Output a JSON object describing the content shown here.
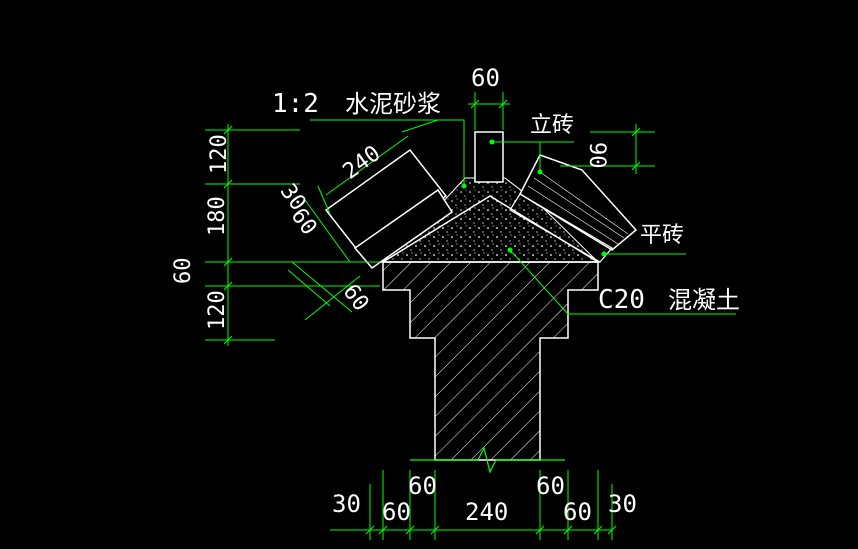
{
  "colors": {
    "background": "#000000",
    "outline": "#ffffff",
    "dimension": "#00ff00",
    "leader": "#00ff00",
    "text": "#ffffff"
  },
  "labels": {
    "ratio": "1:2",
    "mortar": "水泥砂浆",
    "vertical_brick": "立砖",
    "flat_brick": "平砖",
    "concrete_grade": "C20",
    "concrete": "混凝土"
  },
  "dims": {
    "top_width": "60",
    "brick_len": "240",
    "v90": "90",
    "d30": "30",
    "d60a": "60",
    "d60b": "60",
    "left_120_top": "120",
    "left_180": "180",
    "left_60": "60",
    "left_120_bottom": "120",
    "b30_left": "30",
    "b60_left": "60",
    "b60_left_top": "60",
    "b240": "240",
    "b60_right_top": "60",
    "b60_right": "60",
    "b30_right": "30"
  }
}
